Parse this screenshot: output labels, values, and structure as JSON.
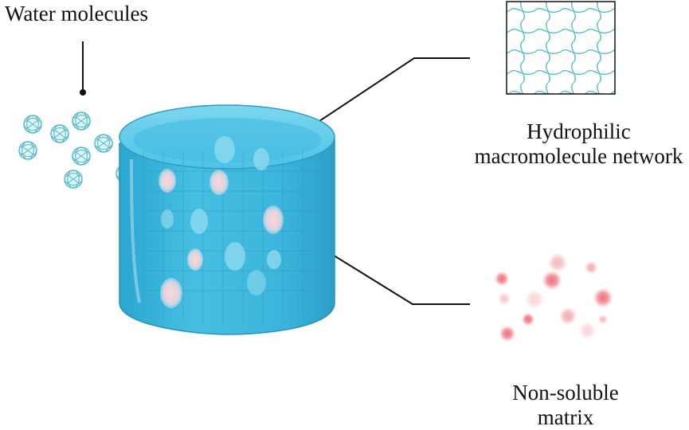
{
  "labels": {
    "water_molecules": "Water molecules",
    "hydrophilic_network": [
      "Hydrophilic",
      "macromolecule network"
    ],
    "non_soluble_matrix": [
      "Non-soluble",
      "matrix"
    ]
  },
  "colors": {
    "hydrogel_body": "#3fb8dc",
    "hydrogel_top": "#5fcbe9",
    "water_molecule": "#5cc3cf",
    "network_lines": "#4cb6c4",
    "matrix_particle": "#f08c8c",
    "leader_line": "#111111"
  },
  "icons": [
    "water-molecule-icon",
    "network-mesh-icon",
    "matrix-particle-icon",
    "hydrogel-cylinder-icon"
  ]
}
